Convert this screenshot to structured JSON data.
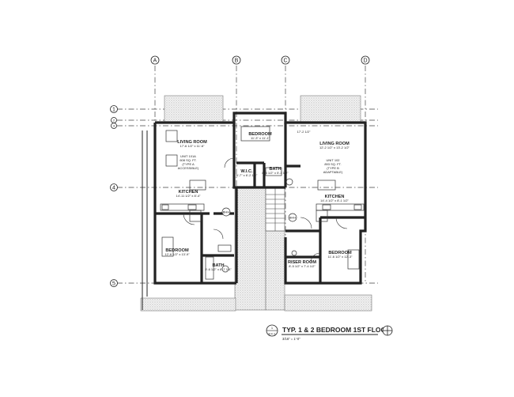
{
  "grid_columns": [
    "A",
    "B",
    "C",
    "D"
  ],
  "grid_rows": [
    "1",
    "2",
    "3",
    "4",
    "5"
  ],
  "rooms": {
    "living_room_left": {
      "name": "LIVING ROOM",
      "dim": "17'-6 1/2\" x 11'-6\""
    },
    "unit_101": {
      "name": "UNIT 101A",
      "area": "608 SQ. FT.",
      "type": "(TYPE A",
      "note": "ACCESSIBLE)"
    },
    "kitchen_left": {
      "name": "KITCHEN",
      "dim": "14'-11 1/2\" x 8'-4\""
    },
    "bedroom_left": {
      "name": "BEDROOM",
      "dim": "12'-6 1/2\" x 13'-9\""
    },
    "bath_left": {
      "name": "BATH",
      "dim": "9'-6 1/2\" x 8'-7 1/4\""
    },
    "bedroom_center": {
      "name": "BEDROOM",
      "dim": "11'-3\" x 11'-1\""
    },
    "wic": {
      "name": "W.I.C.",
      "dim": "6'-7\" x 6'-2 1/2\""
    },
    "bath_center": {
      "name": "BATH",
      "dim": "8'-6 1/2\" x 5'-3 1/2\""
    },
    "living_room_right": {
      "name": "LIVING ROOM",
      "dim": "12'-2 1/2\" x 13'-2 1/2\""
    },
    "unit_102": {
      "name": "UNIT 102",
      "area": "893 SQ. FT.",
      "type": "(TYPE B",
      "note": "ADAPTABLE)"
    },
    "kitchen_right": {
      "name": "KITCHEN",
      "dim": "14'-4 1/2\" x 8'-1 1/2\""
    },
    "riser_room": {
      "name": "RISER ROOM",
      "dim": "8'-5 1/2\" x 7'-4 1/2\""
    },
    "bedroom_right": {
      "name": "BEDROOM",
      "dim": "11'-6 1/2\" x 12'-3\""
    }
  },
  "dimension_top": "17'-2 1/2\"",
  "tags": [
    "BHH",
    "BHH"
  ],
  "title_block": {
    "number": "1",
    "sheet": "EX-1",
    "title": "TYP. 1 & 2 BEDROOM 1ST FLOOR",
    "scale": "3/16\" = 1'-0\""
  }
}
